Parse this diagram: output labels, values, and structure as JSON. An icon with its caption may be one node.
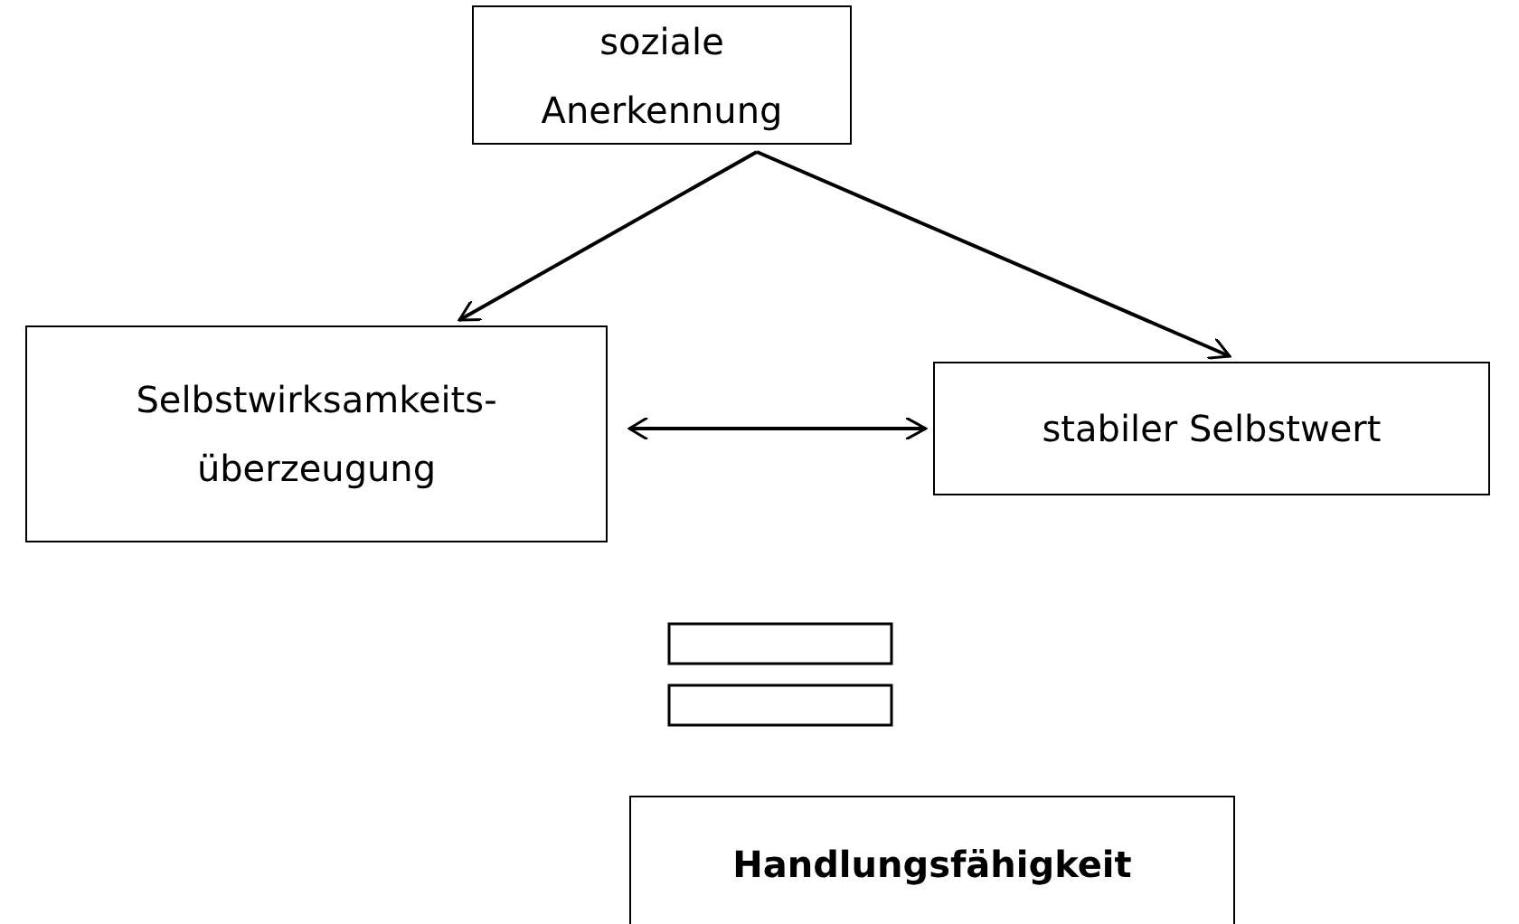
{
  "diagram": {
    "nodes": [
      {
        "text": [
          "soziale Anerkennung"
        ]
      },
      {
        "text": [
          "Selbstwirksamkeits- überzeugung"
        ]
      },
      {
        "text": [
          "stabiler Selbstwert"
        ]
      },
      {
        "text": [
          "Handlungsfähigkeit"
        ]
      }
    ],
    "edges": [
      {
        "from": 0,
        "to": 1,
        "arrow": "to"
      },
      {
        "from": 0,
        "to": 2,
        "arrow": "to"
      },
      {
        "from": 1,
        "to": 2,
        "arrow": "both"
      }
    ]
  }
}
